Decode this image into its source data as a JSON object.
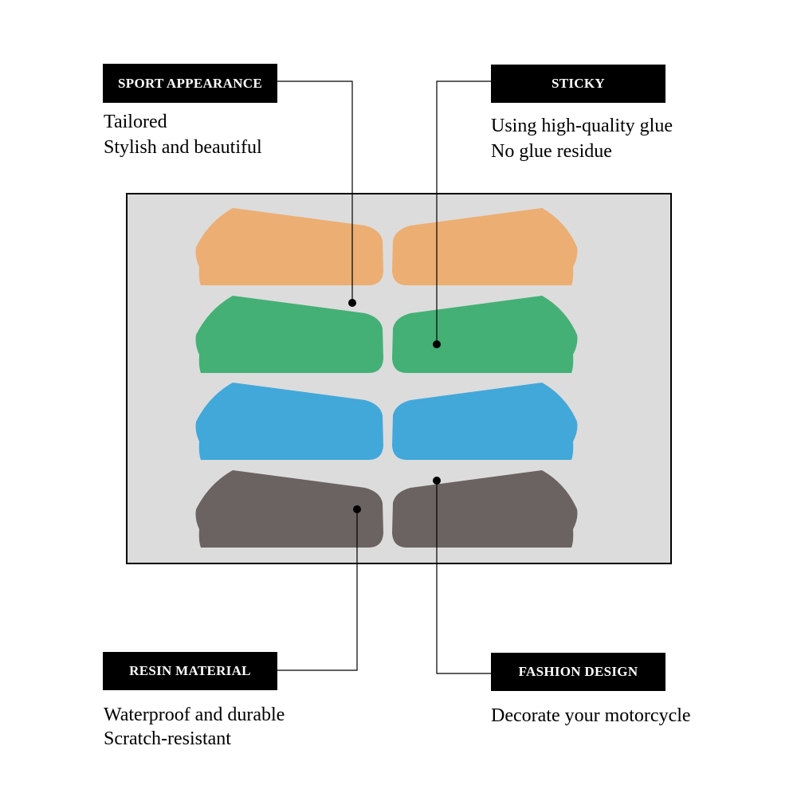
{
  "callouts": {
    "sport": {
      "title": "SPORT APPEARANCE",
      "lines": [
        "Tailored",
        "Stylish and beautiful"
      ]
    },
    "sticky": {
      "title": "STICKY",
      "lines": [
        "Using high-quality glue",
        "No glue residue"
      ]
    },
    "resin": {
      "title": "RESIN MATERIAL",
      "lines": [
        "Waterproof and durable",
        "Scratch-resistant"
      ]
    },
    "fashion": {
      "title": "FASHION DESIGN",
      "lines": [
        "Decorate your motorcycle"
      ]
    }
  },
  "product": {
    "panel_background": "#dcdcdc",
    "colors": {
      "orange": "#ecae72",
      "green": "#44b076",
      "blue": "#42a8da",
      "gray": "#6a6361"
    },
    "rows": [
      "orange",
      "green",
      "blue",
      "gray"
    ]
  }
}
